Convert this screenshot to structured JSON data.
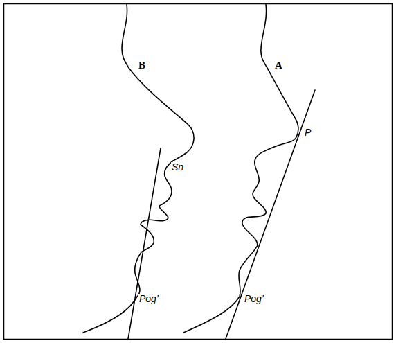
{
  "diagram": {
    "labels": [
      "B",
      "A",
      "P",
      "Sn",
      "Pog'",
      "Pog'"
    ]
  }
}
